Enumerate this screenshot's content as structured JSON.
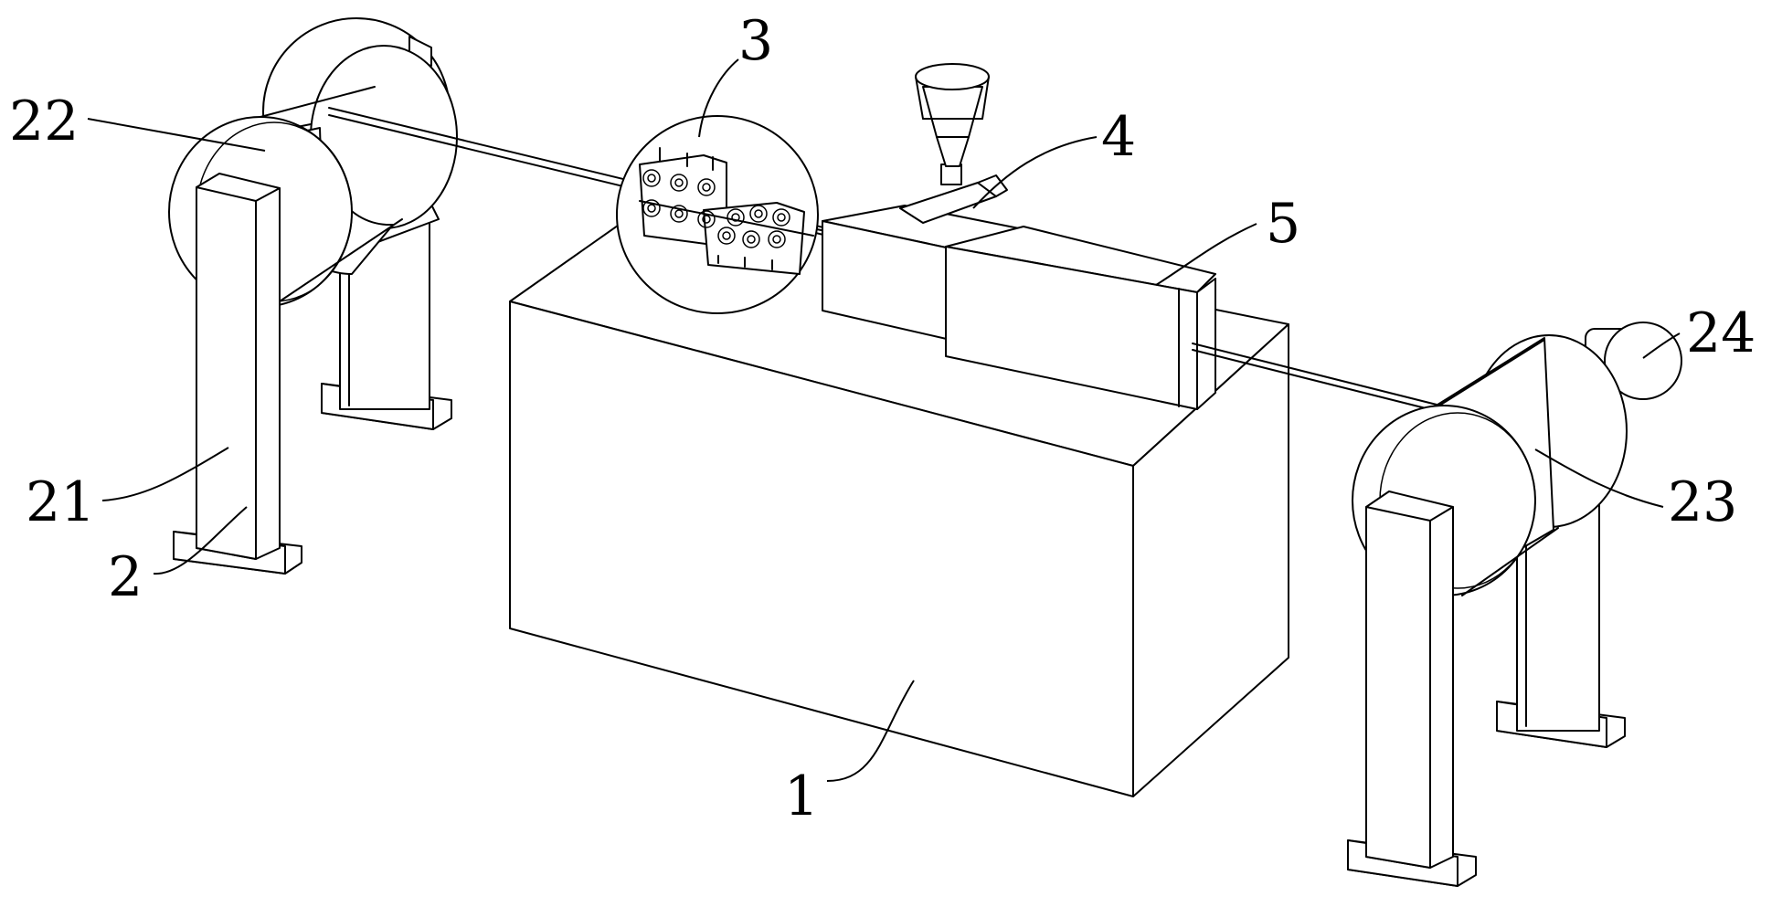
{
  "figure": {
    "labels": {
      "machine_base": "1",
      "support_frame": "2",
      "leg": "21",
      "pay_off_drum": "22",
      "take_up_drum": "23",
      "motor": "24",
      "guide_roller_set": "3",
      "extruder": "4",
      "cooling_box": "5"
    }
  }
}
